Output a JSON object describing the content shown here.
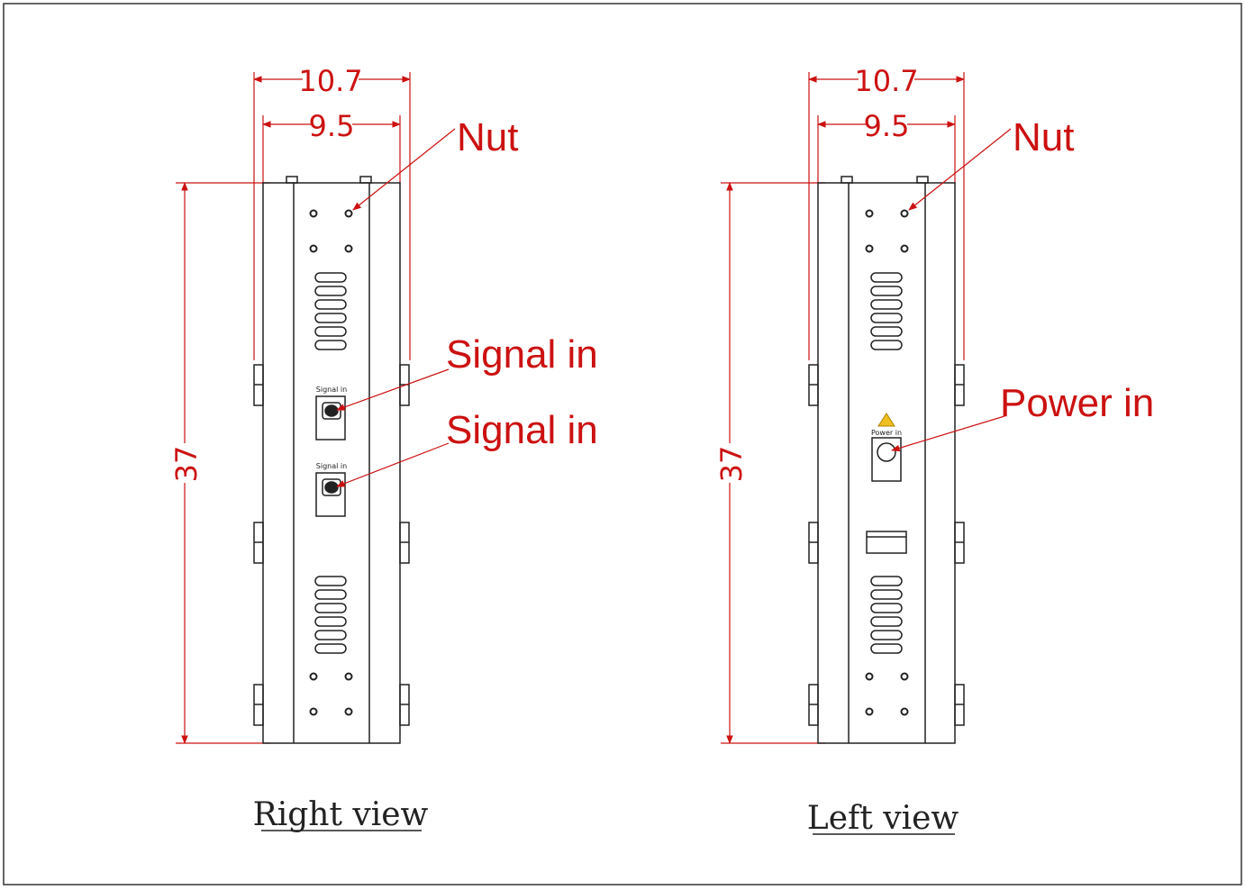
{
  "colors": {
    "annotation": "#cc1111",
    "outline": "#222222",
    "background": "#ffffff"
  },
  "views": [
    {
      "id": "right",
      "title": "Right view",
      "dim_width_outer": "10.7",
      "dim_width_inner": "9.5",
      "dim_height": "37",
      "callouts": [
        "Nut",
        "Signal in",
        "Signal in"
      ],
      "port_labels": [
        "Signal in",
        "Signal in"
      ]
    },
    {
      "id": "left",
      "title": "Left view",
      "dim_width_outer": "10.7",
      "dim_width_inner": "9.5",
      "dim_height": "37",
      "callouts": [
        "Nut",
        "Power in"
      ],
      "port_labels": [
        "Power in"
      ]
    }
  ]
}
